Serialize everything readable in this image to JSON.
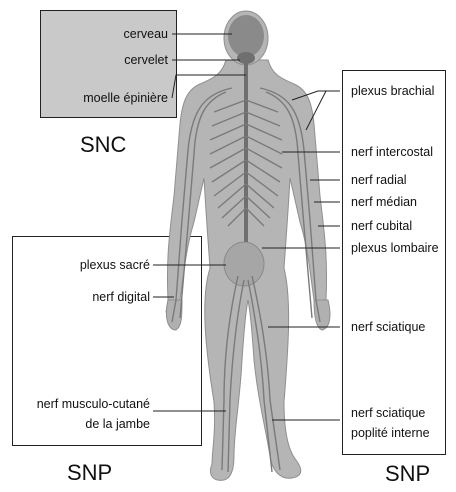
{
  "colors": {
    "snc_box_fill": "#c9c9c9",
    "body_fill": "#b5b5b5",
    "nerve_color": "#7a7a7a",
    "leader_color": "#222222"
  },
  "snc": {
    "title": "SNC",
    "labels": [
      "cerveau",
      "cervelet",
      "moelle épinière"
    ]
  },
  "snp_left": {
    "title": "SNP",
    "labels": [
      "plexus sacré",
      "nerf digital",
      "nerf musculo-cutané",
      "de la jambe"
    ]
  },
  "snp_right": {
    "title": "SNP",
    "labels": [
      "plexus brachial",
      "nerf intercostal",
      "nerf radial",
      "nerf médian",
      "nerf cubital",
      "plexus lombaire",
      "nerf sciatique",
      "nerf sciatique",
      "poplité interne"
    ]
  }
}
